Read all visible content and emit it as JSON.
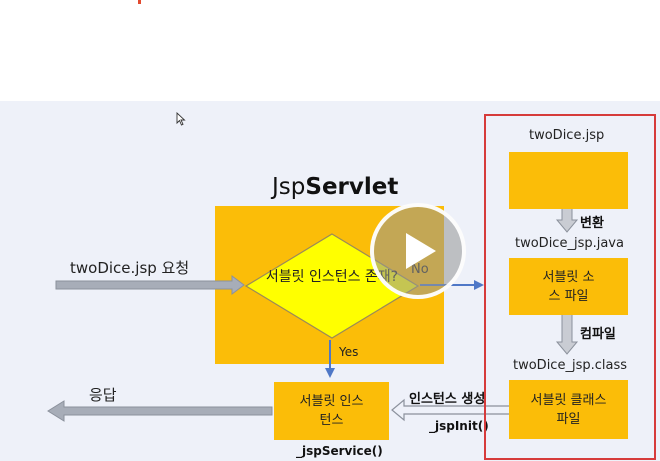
{
  "diagram": {
    "title_normal": "Jsp",
    "title_bold": "Servlet",
    "request_label": "twoDice.jsp 요청",
    "decision_text": "서블릿 인스턴스 존재?",
    "no_label": "No",
    "yes_label": "Yes",
    "response_label": "응답",
    "instance_box": "서블릿 인스턴스",
    "jspservice_label": "_jspService()",
    "create_instance_label": "인스턴스 생성",
    "jspinit_label": "_jspInit()"
  },
  "panel": {
    "file_jsp": "twoDice.jsp",
    "convert_label": "변환",
    "file_java": "twoDice_jsp.java",
    "source_box": "서블릿 소스 파일",
    "compile_label": "컴파일",
    "file_class": "twoDice_jsp.class",
    "class_box": "서블릿 클래스 파일"
  },
  "colors": {
    "orange": "#fbbd08",
    "diamond": "#ffff00",
    "blue_arrow": "#4f78c7",
    "gray_arrow": "#a7adb8",
    "panel_border": "#d63b3b"
  },
  "icons": {
    "cursor": "mouse-pointer-icon",
    "play": "play-icon"
  }
}
